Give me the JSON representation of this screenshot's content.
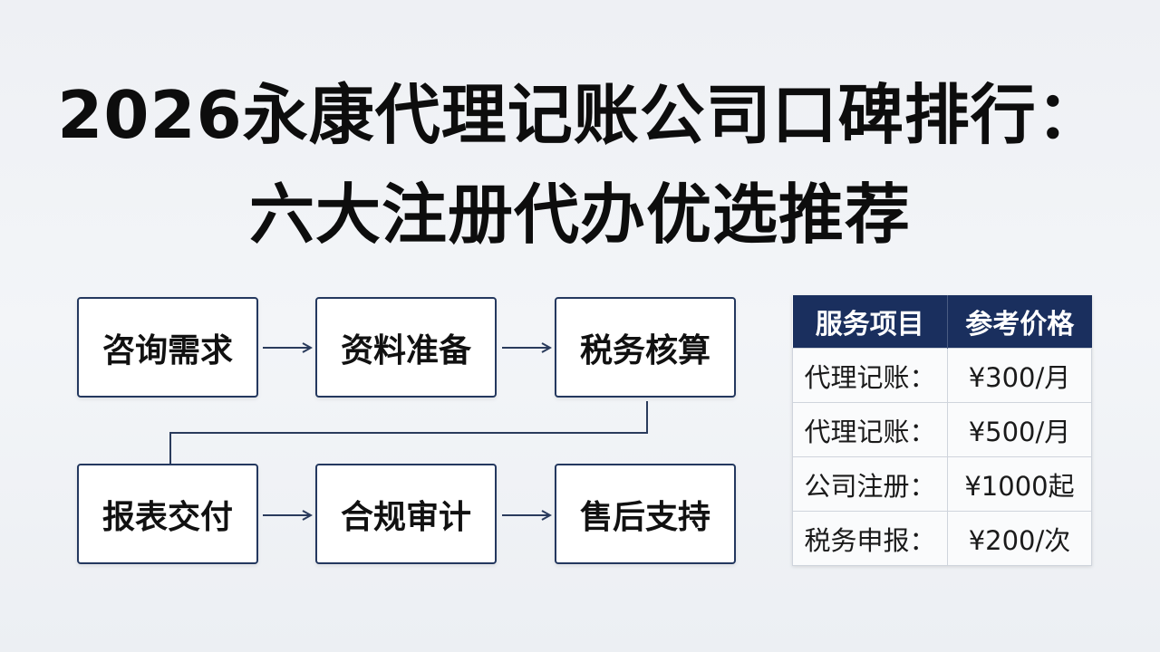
{
  "title": {
    "line1": "2026永康代理记账公司口碑排行：",
    "line2": "六大注册代办优选推荐"
  },
  "flow": {
    "steps": [
      "咨询需求",
      "资料准备",
      "税务核算",
      "报表交付",
      "合规审计",
      "售后支持"
    ]
  },
  "price_table": {
    "headers": [
      "服务项目",
      "参考价格"
    ],
    "rows": [
      [
        "代理记账：",
        "¥300/月"
      ],
      [
        "代理记账：",
        "¥500/月"
      ],
      [
        "公司注册：",
        "¥1000起"
      ],
      [
        "税务申报：",
        "¥200/次"
      ]
    ]
  },
  "colors": {
    "header_bg": "#1a2f5e",
    "box_border": "#24385f",
    "connector": "#2a3b5c"
  }
}
